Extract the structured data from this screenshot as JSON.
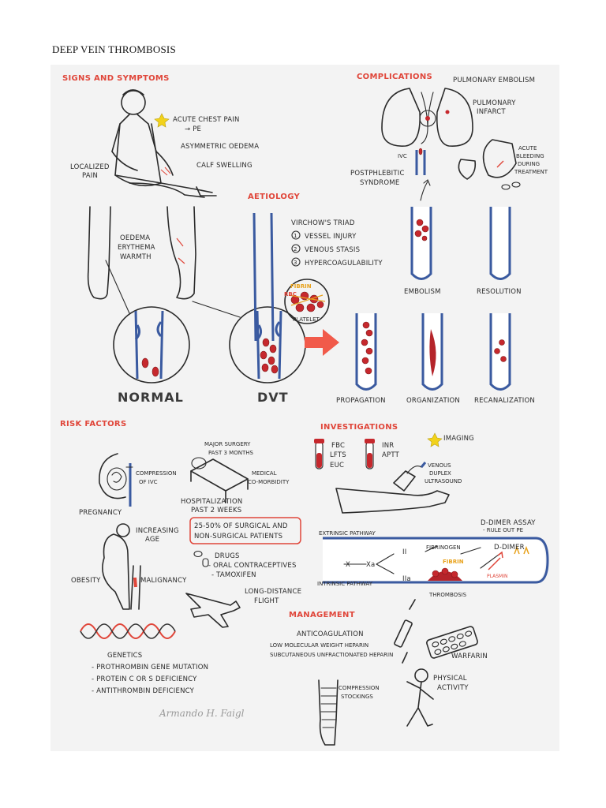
{
  "doc_title": "DEEP VEIN THROMBOSIS",
  "colors": {
    "heading": "#e0463a",
    "vein": "#3a5aa0",
    "blood": "#c6282d",
    "ink": "#2b2b2b",
    "sheet": "#f3f3f3"
  },
  "signs": {
    "heading": "SIGNS AND SYMPTOMS",
    "chest1": "ACUTE CHEST PAIN",
    "chest2": "→ PE",
    "oedema": "ASYMMETRIC OEDEMA",
    "calf": "CALF SWELLING",
    "loc1": "LOCALIZED",
    "loc2": "PAIN",
    "leg1": "OEDEMA",
    "leg2": "ERYTHEMA",
    "leg3": "WARMTH",
    "normal": "NORMAL",
    "dvt": "DVT"
  },
  "aetiology": {
    "heading": "AETIOLOGY",
    "triad": "VIRCHOW'S TRIAD",
    "items": [
      "VESSEL INJURY",
      "VENOUS STASIS",
      "HYPERCOAGULABILITY"
    ],
    "nums": [
      "1",
      "2",
      "3"
    ],
    "fibrin": "FIBRIN",
    "rbc": "RBC",
    "platelet": "PLATELET"
  },
  "complications": {
    "heading": "COMPLICATIONS",
    "pe": "PULMONARY EMBOLISM",
    "infarct1": "PULMONARY",
    "infarct2": "INFARCT",
    "ivc": "IVC",
    "pts1": "POSTPHLEBITIC",
    "pts2": "SYNDROME",
    "bleed1": "ACUTE",
    "bleed2": "BLEEDING",
    "bleed3": "DURING",
    "bleed4": "TREATMENT",
    "embolism": "EMBOLISM",
    "resolution": "RESOLUTION",
    "propagation": "PROPAGATION",
    "organization": "ORGANIZATION",
    "recanalization": "RECANALIZATION"
  },
  "risk": {
    "heading": "RISK FACTORS",
    "surg1": "MAJOR SURGERY",
    "surg2": "PAST 3 MONTHS",
    "comp1": "COMPRESSION",
    "comp2": "OF IVC",
    "med1": "MEDICAL",
    "med2": "CO-MORBIDITY",
    "hosp1": "HOSPITALIZATION",
    "hosp2": "PAST 2 WEEKS",
    "pregnancy": "PREGNANCY",
    "age1": "INCREASING",
    "age2": "AGE",
    "box1": "25-50% OF SURGICAL AND",
    "box2": "NON-SURGICAL PATIENTS",
    "drugs": "DRUGS",
    "ocp": "- ORAL CONTRACEPTIVES",
    "tam": "- TAMOXIFEN",
    "obesity": "OBESITY",
    "malignancy": "MALIGNANCY",
    "flight1": "LONG-DISTANCE",
    "flight2": "FLIGHT",
    "genetics": "GENETICS",
    "gen": [
      "- PROTHROMBIN GENE MUTATION",
      "- PROTEIN C OR S DEFICIENCY",
      "- ANTITHROMBIN DEFICIENCY"
    ]
  },
  "investigations": {
    "heading": "INVESTIGATIONS",
    "fbc": "FBC",
    "lfts": "LFTS",
    "euc": "EUC",
    "inr": "INR",
    "aptt": "APTT",
    "imaging": "IMAGING",
    "us1": "VENOUS",
    "us2": "DUPLEX",
    "us3": "ULTRASOUND",
    "dd1": "D-DIMER ASSAY",
    "dd2": "- RULE OUT PE",
    "extrinsic": "EXTRINSIC PATHWAY",
    "intrinsic": "INTRINSIC PATHWAY",
    "x": "X",
    "xa": "Xa",
    "ii": "II",
    "iia": "IIa",
    "fibrinogen": "FIBRINOGEN",
    "fibrin": "FIBRIN",
    "ddimer": "D-DIMER",
    "plasmin": "PLASMIN",
    "thrombosis": "THROMBOSIS"
  },
  "management": {
    "heading": "MANAGEMENT",
    "anticoag": "ANTICOAGULATION",
    "lmwh": "LOW MOLECULAR WEIGHT HEPARIN",
    "ufh": "SUBCUTANEOUS UNFRACTIONATED HEPARIN",
    "warfarin": "WARFARIN",
    "stock1": "COMPRESSION",
    "stock2": "STOCKINGS",
    "act1": "PHYSICAL",
    "act2": "ACTIVITY"
  },
  "signature": "Armando H. Faigl"
}
